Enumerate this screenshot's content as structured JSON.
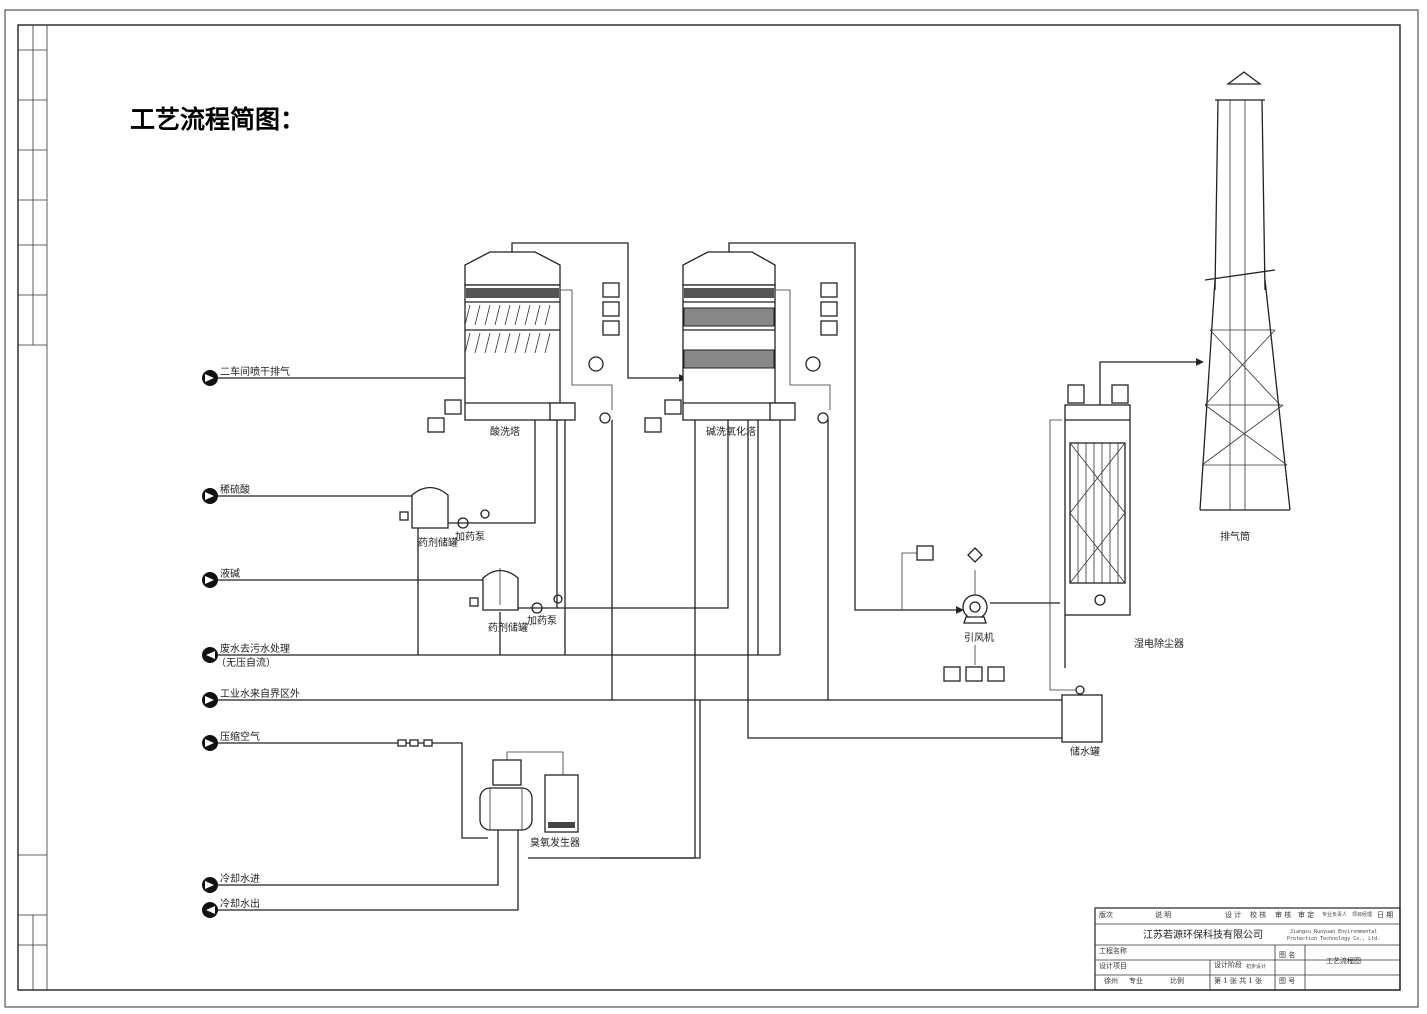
{
  "title": "工艺流程简图：",
  "inlets": {
    "exhaust": "二车间喷干排气",
    "acid": "稀硫酸",
    "alkali": "液碱",
    "wastewater": "废水去污水处理",
    "wastewater_note": "（无压自流）",
    "industrial_water": "工业水来自界区外",
    "compressed_air": "压缩空气",
    "cooling_in": "冷却水进",
    "cooling_out": "冷却水出"
  },
  "equipment": {
    "acid_tower": "酸洗塔",
    "alkali_tower": "碱洗氧化塔",
    "tank1": "药剂储罐",
    "pump1": "加药泵",
    "tank2": "药剂储罐",
    "pump2": "加药泵",
    "fan": "引风机",
    "wesp": "湿电除尘器",
    "water_tank": "储水罐",
    "ozone": "臭氧发生器",
    "stack": "排气筒"
  },
  "title_block": {
    "rev": "版次",
    "description": "说 明",
    "design": "设 计",
    "check": "校 核",
    "review": "审 核",
    "approve": "审 定",
    "spec_lead": "专业负责人",
    "project_manager": "项目经理",
    "date": "日 期",
    "company_cn": "江苏若源环保科技有限公司",
    "company_en_1": "Jiangsu Ruoyuan Environmental",
    "company_en_2": "Protection Technology Co., Ltd.",
    "project_name": "工程名称",
    "design_item": "设计项目",
    "stage_label": "设计阶段",
    "stage_value": "初步设计",
    "drawing_name_label": "图 名",
    "drawing_name": "工艺流程图",
    "location": "徐州",
    "spec": "专业",
    "scale": "比例",
    "sheet": "第 1 张  共 1 张",
    "drawing_no": "图 号"
  }
}
